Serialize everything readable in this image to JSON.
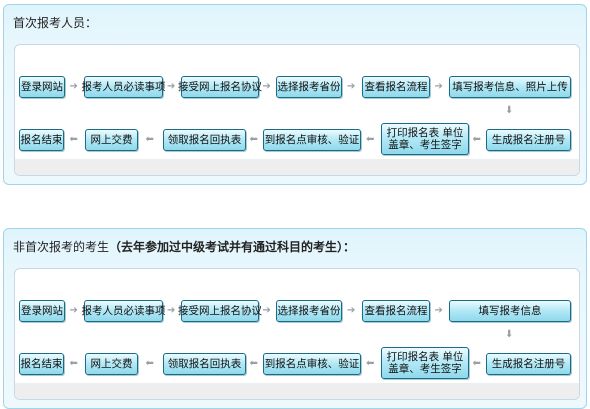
{
  "sections": [
    {
      "title": "首次报考人员：",
      "note": "",
      "row1": [
        "登录网站",
        "报考人员必读事项",
        "接受网上报名协议",
        "选择报考省份",
        "查看报名流程",
        "填写报考信息、照片上传"
      ],
      "row2": [
        "报名结束",
        "网上交费",
        "领取报名回执表",
        "到报名点审核、验证",
        "打印报名表 单位盖章、考生签字",
        "生成报名注册号"
      ]
    },
    {
      "title": "非首次报考的考生",
      "note": "（去年参加过中级考试并有通过科目的考生）：",
      "row1": [
        "登录网站",
        "报考人员必读事项",
        "接受网上报名协议",
        "选择报考省份",
        "查看报名流程",
        "填写报考信息"
      ],
      "row2": [
        "报名结束",
        "网上交费",
        "领取报名回执表",
        "到报名点审核、验证",
        "打印报名表 单位盖章、考生签字",
        "生成报名注册号"
      ]
    }
  ],
  "icons": {
    "arrow_right": "➔",
    "arrow_left": "⬅",
    "arrow_down": "⬇"
  }
}
